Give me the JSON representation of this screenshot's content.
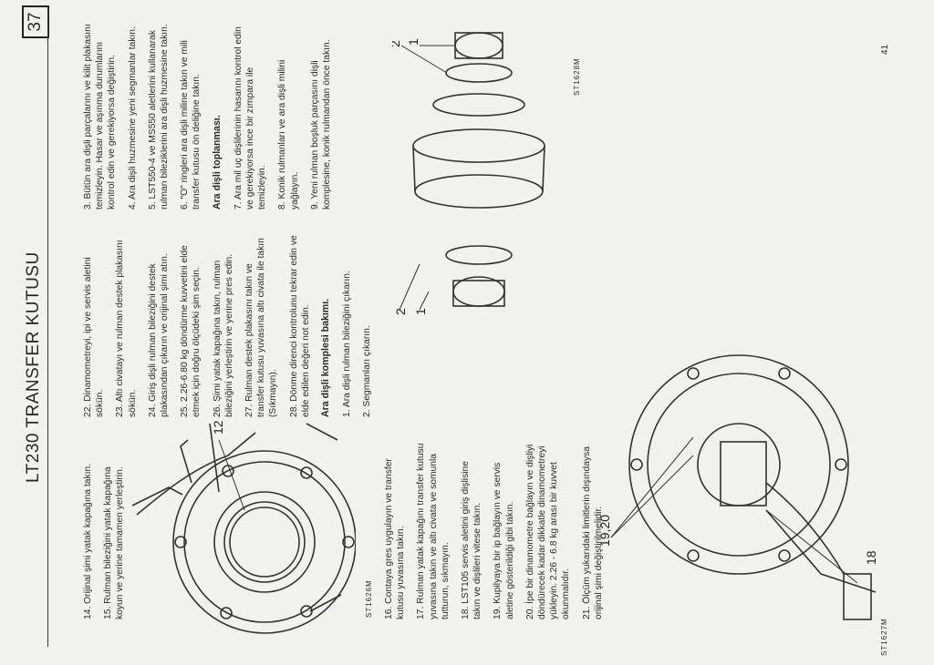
{
  "header": {
    "title": "LT230 TRANSFER KUTUSU",
    "page_box": "37"
  },
  "col1": {
    "top": [
      "14. Orijinal şimi yatak kapağına takın.",
      "15. Rulman bileziğini yatak kapağına koyun ve yerine tamamen yerleştirin."
    ],
    "caption": "ST1626M",
    "fig_label": "12",
    "bottom": [
      "16. Contaya gres uygulayın ve transfer kutusu yuvasına takın.",
      "17. Rulman yatak kapağını transfer kutusu yuvasına takın ve altı civata ve somunla tutturun, sıkmayın.",
      "18. LST105 servis aletini giriş dişlisine takın ve dişlileri vitese takın.",
      "19. Kupilyaya bir ip bağlayın ve servis aletine gösterildiği gibi takın.",
      "20. İpe bir dinamometre bağlayın ve dişliyi döndürecek kadar dikkatle dinamometreyi yükleyin. 2.26 - 6.8 kg arası bir kuvvet okunmalıdır.",
      "21. Ölçüm yukarıdaki limitlerin dışındaysa orijinal şimi değiştirilmelidir."
    ]
  },
  "col2": {
    "steps": [
      "22. Dinamometreyi, ipi ve servis aletini sökün.",
      "23. Altı civatayı ve rulman destek plakasını sökün.",
      "24. Giriş dişli rulman bileziğini destek plakasından çıkarın ve orijinal şimi atın.",
      "25. 2.26-6.80 kg döndürme kuvvetini elde etmek için doğru ölçüdeki şim seçin.",
      "26. Şimi yatak kapağına takın, rulman bileziğini yerleştirin ve yerine pres edin.",
      "27. Rulman destek plakasını takın ve transfer kutusu yuvasına altı civata ile takın (Sıkmayın).",
      "28. Dönme direnci kontrolunu tekrar edin ve elde edilen değeri not edin."
    ],
    "section_title": "Ara dişli komplesi bakımı.",
    "subs": [
      "1. Ara dişli rulman bileziğini çıkarın.",
      "2. Segmanları çıkarın."
    ],
    "caption": "ST1628M"
  },
  "col3": {
    "items": [
      "3. Bütün ara dişli parçalarını ve kilit plakasını temizleyin. Hasar ve aşınma durumlarını kontrol edin ve gerekiyorsa değiştirin.",
      "4. Ara dişli huzmesine yeni segmanlar takın.",
      "5. LST550-4 ve MS550 aletlerini kullanarak rulman bileziklerini ara dişli huzmesine takın.",
      "6. \"O\" ringleri ara dişli miline takın ve mili transfer kutusu ön deliğine takın."
    ],
    "section_title": "Ara dişli toplanması.",
    "items2": [
      "7. Ara mil uç dişlilerinin hasarını kontrol edin ve gerekiyorsa ince bir zımpara ile temizleyin.",
      "8. Konik rulmanları ve ara dişli milini yağlayın.",
      "9. Yeni rulman boşluk parçasını dişli komplesine, konik rulmandan önce takın."
    ],
    "caption": "ST1627M",
    "fig_labels": {
      "a": "18",
      "b": "19,20"
    },
    "fig_gear_labels": {
      "one": "1",
      "two": "2"
    },
    "page_num": "41"
  }
}
